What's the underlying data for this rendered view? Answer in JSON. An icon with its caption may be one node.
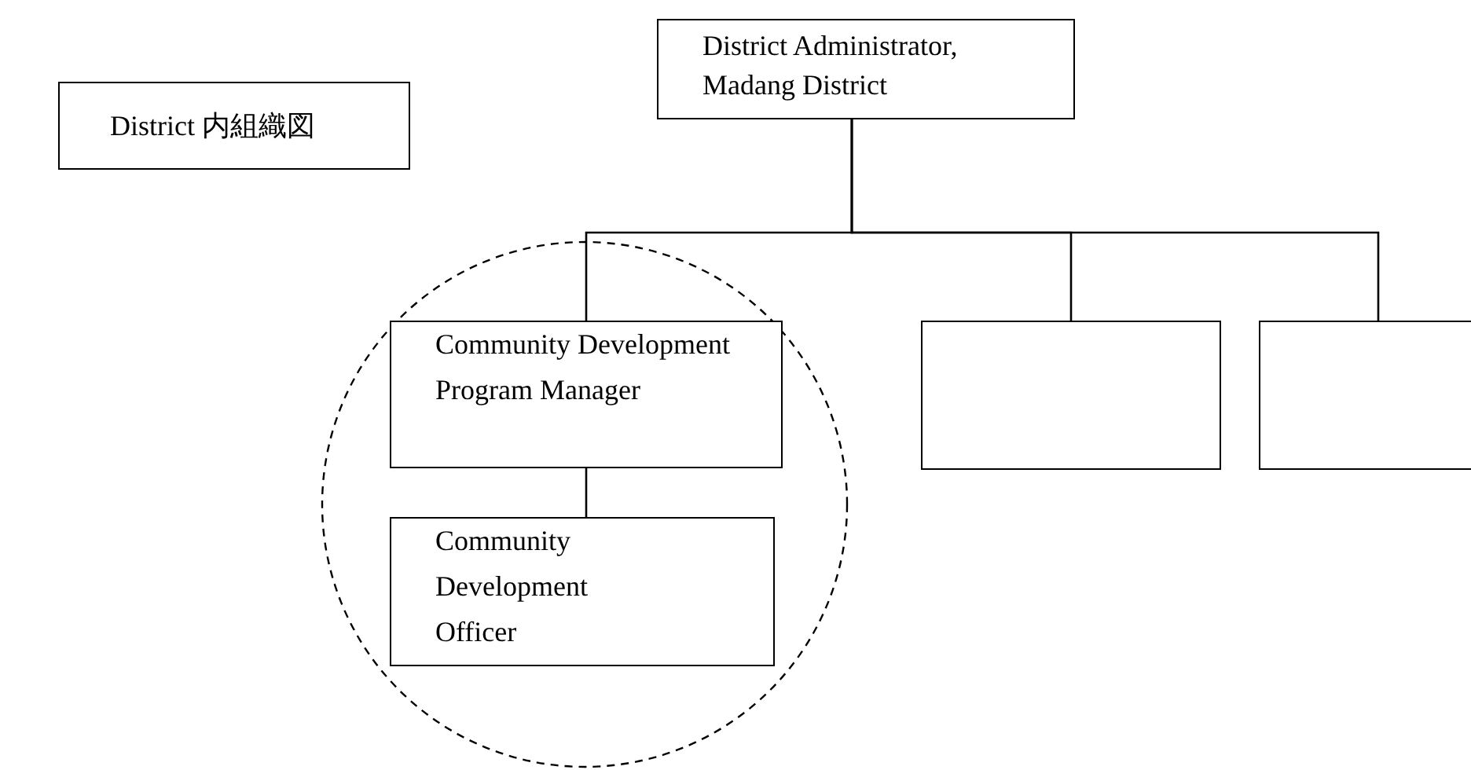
{
  "diagram": {
    "nodes": [
      {
        "text": [
          "District 内組織図"
        ]
      },
      {
        "text": [
          "District Administrator, Madang District"
        ]
      },
      {
        "text": [],
        "shape": "circle"
      },
      {
        "text": [
          "Community Development Program Manager"
        ],
        "in": 2
      },
      {
        "text": [
          "Community Development Officer"
        ],
        "in": 2
      },
      {
        "text": [],
        "shape": "box"
      },
      {
        "text": [],
        "shape": "box"
      }
    ],
    "edges": [
      {
        "from": 1,
        "to": 3,
        "arrow": "none"
      },
      {
        "from": 1,
        "to": 5,
        "arrow": "none"
      },
      {
        "from": 1,
        "to": 6,
        "arrow": "none"
      },
      {
        "from": 3,
        "to": 4,
        "arrow": "none"
      }
    ]
  }
}
